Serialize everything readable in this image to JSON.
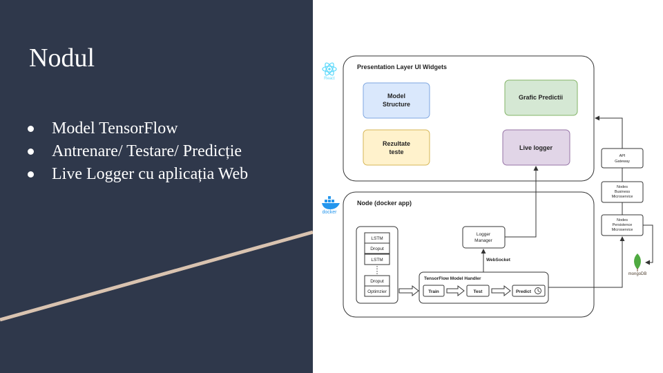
{
  "slide": {
    "title": "Nodul",
    "bullets": [
      "Model TensorFlow",
      "Antrenare/ Testare/ Predicție",
      "Live Logger cu aplicația Web"
    ]
  },
  "diagram": {
    "presentation": {
      "title": "Presentation Layer UI Widgets",
      "logo_label": "React",
      "widgets": {
        "model_structure": [
          "Model",
          "Structure"
        ],
        "grafic": "Grafic Predictii",
        "rezultate": [
          "Rezultate",
          "teste"
        ],
        "live_logger": "Live logger"
      }
    },
    "node": {
      "title": "Node (docker app)",
      "logo_label": "docker",
      "layers": [
        "LSTM",
        "Droput",
        "LSTM",
        "Droput",
        "Optimzier"
      ],
      "logger_manager": [
        "Logger",
        "Manager"
      ],
      "websocket": "WebSocket",
      "handler_title": "TensorFlow Model Handler",
      "steps": [
        "Train",
        "Test",
        "Predict"
      ]
    },
    "microservices": [
      [
        "API",
        "Gateway"
      ],
      [
        "Nodes",
        "Business",
        "Microservice"
      ],
      [
        "Nodes",
        "Persistence",
        "Microservice"
      ]
    ],
    "db_label": "mongoDB",
    "colors": {
      "blue": "#dae8fc",
      "blue_border": "#7ea6e0",
      "green": "#d5e8d4",
      "green_border": "#82b366",
      "yellow": "#fff2cc",
      "yellow_border": "#d6b656",
      "purple": "#e1d5e7",
      "purple_border": "#9673a6"
    }
  }
}
